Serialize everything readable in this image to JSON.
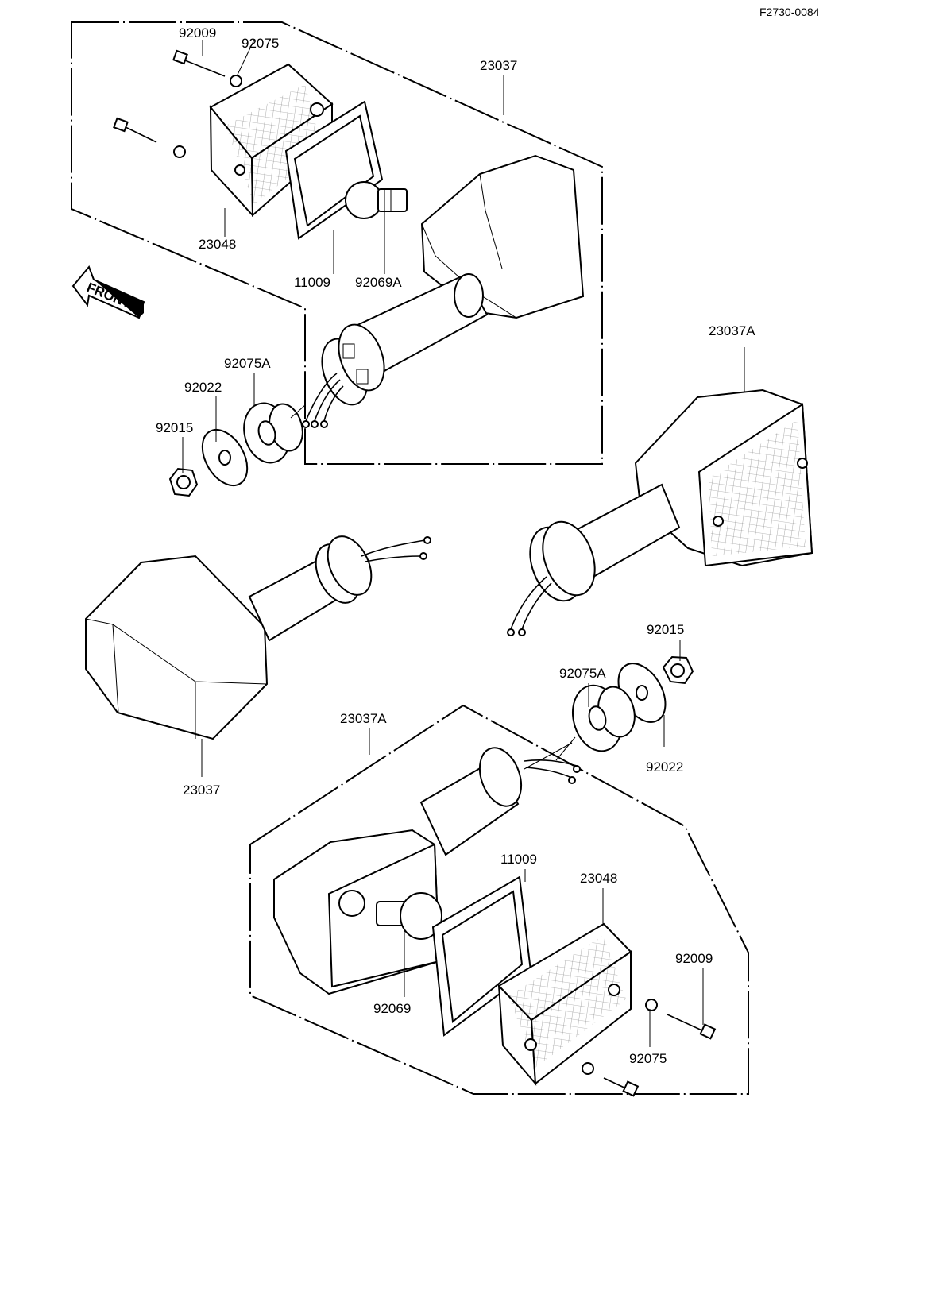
{
  "figure_id": "F2730-0084",
  "front_label": "FRONT",
  "labels": {
    "top_screw": "92009",
    "top_washer": "92075",
    "top_assembly": "23037",
    "top_lens": "23048",
    "top_gasket": "11009",
    "top_bulb": "92069A",
    "top_grommet": "92075A",
    "top_plate_washer": "92022",
    "top_nut": "92015",
    "right_assembly": "23037A",
    "mid_housing": "23037",
    "mid_nut": "92015",
    "mid_grommet": "92075A",
    "mid_plate_washer": "92022",
    "bottom_assembly": "23037A",
    "bottom_gasket": "11009",
    "bottom_lens": "23048",
    "bottom_screw": "92009",
    "bottom_bulb": "92069",
    "bottom_washer": "92075"
  }
}
